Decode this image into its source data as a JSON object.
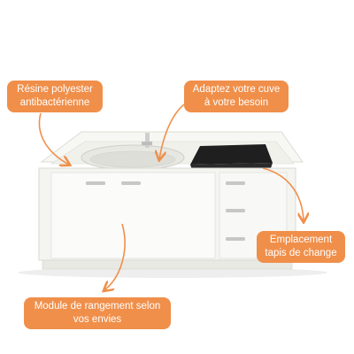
{
  "labels": {
    "resin": "Résine polyester\nantibactérienne",
    "basin": "Adaptez votre cuve\nà votre besoin",
    "changing_mat": "Emplacement\ntapis de change",
    "storage": "Module de rangement selon\nvos envies"
  },
  "colors": {
    "accent": "#f08f4a",
    "cabinet": "#f2f2ee",
    "mat": "#1f1f1f"
  }
}
